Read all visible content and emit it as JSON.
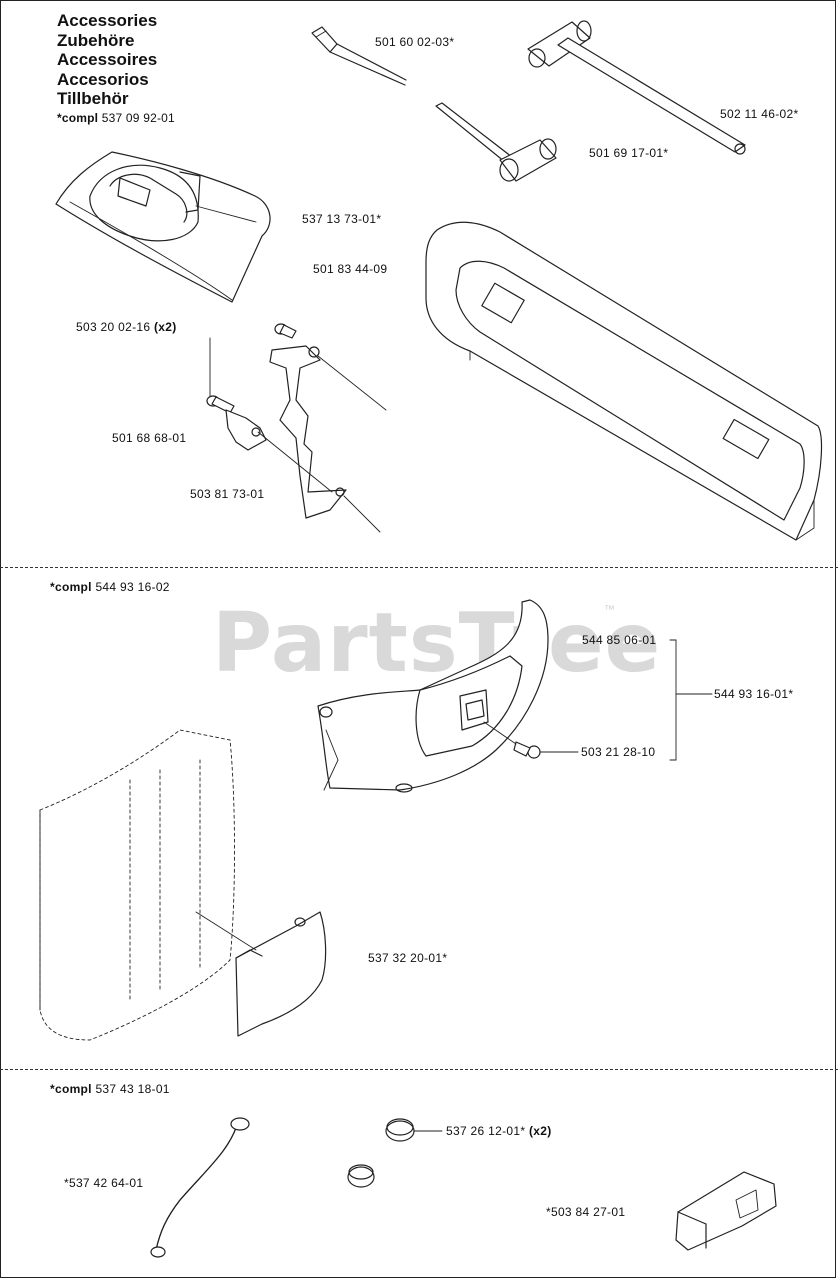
{
  "header": {
    "titles": [
      "Accessories",
      "Zubehöre",
      "Accessoires",
      "Accesorios",
      "Tillbehör"
    ],
    "compl_prefix": "*compl",
    "compl_number": "537 09 92-01"
  },
  "section1": {
    "parts": {
      "file_holder": "501 60 02-03*",
      "combination_spanner": "502 11 46-02*",
      "spark_plug_wrench": "501 69 17-01*",
      "tool_pouch": "537 13 73-01*",
      "bar_guard": "501 83 44-09",
      "screw": "503 20 02-16",
      "screw_qty": "(x2)",
      "clamp": "501 68 68-01",
      "bracket": "503 81 73-01"
    }
  },
  "section2": {
    "compl_prefix": "*compl",
    "compl_number": "544 93 16-02",
    "parts": {
      "cover": "544 85 06-01",
      "cover_assembly": "544 93 16-01*",
      "screw": "503 21 28-10",
      "plate": "537 32 20-01*"
    }
  },
  "section3": {
    "compl_prefix": "*compl",
    "compl_number": "537 43 18-01",
    "parts": {
      "plug": "537 26 12-01*",
      "plug_qty": "(x2)",
      "hose": "*537 42 64-01",
      "block": "*503 84 27-01"
    }
  },
  "watermark": {
    "text": "PartsTree",
    "mark": "™"
  }
}
